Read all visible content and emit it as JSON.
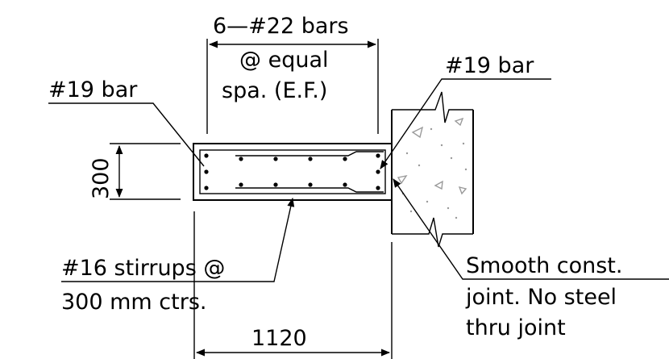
{
  "labels": {
    "top_bars_line1": "6—#22 bars",
    "top_bars_line2": "@ equal",
    "top_bars_line3": "spa. (E.F.)",
    "left_bar": "#19 bar",
    "right_bar": "#19 bar",
    "height_dim": "300",
    "stirrups_line1": "#16 stirrups @",
    "stirrups_line2": "300 mm ctrs.",
    "joint_line1": "Smooth const.",
    "joint_line2": "joint. No steel",
    "joint_line3": "thru joint",
    "width_dim": "1120"
  }
}
